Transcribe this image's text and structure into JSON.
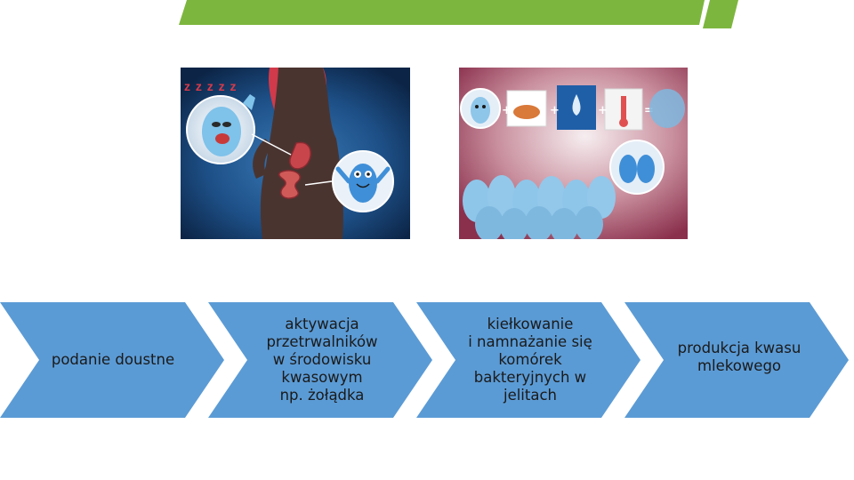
{
  "colors": {
    "banner_green": "#7db63e",
    "chevron_blue": "#5b9bd5",
    "text": "#1a1a1a"
  },
  "illustrations": {
    "left": {
      "sleep_text": "z z z z z"
    },
    "right": {
      "operators": [
        "+",
        "+",
        "+",
        "="
      ]
    }
  },
  "process": {
    "steps": [
      {
        "label": "podanie doustne"
      },
      {
        "label": "aktywacja\nprzetrwalników\nw środowisku\nkwasowym\nnp. żołądka"
      },
      {
        "label": "kiełkowanie\ni namnażanie się\nkomórek\nbakteryjnych w\njelitach"
      },
      {
        "label": "produkcja kwasu\nmlekowego"
      }
    ]
  }
}
